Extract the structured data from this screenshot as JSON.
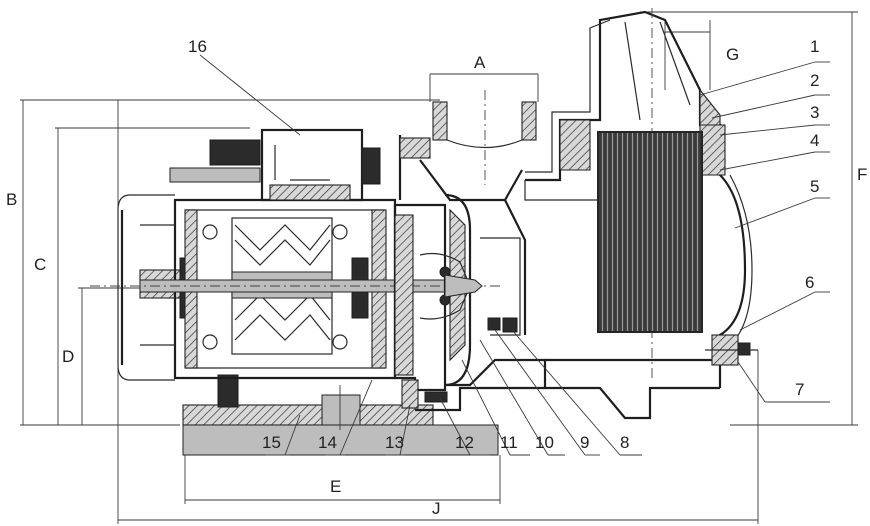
{
  "part_numbers": [
    "1",
    "2",
    "3",
    "4",
    "5",
    "6",
    "7",
    "8",
    "9",
    "10",
    "11",
    "12",
    "13",
    "14",
    "15",
    "16"
  ],
  "dimension_labels": {
    "A": "A",
    "B": "B",
    "C": "C",
    "D": "D",
    "E": "E",
    "F": "F",
    "G": "G",
    "J": "J"
  }
}
